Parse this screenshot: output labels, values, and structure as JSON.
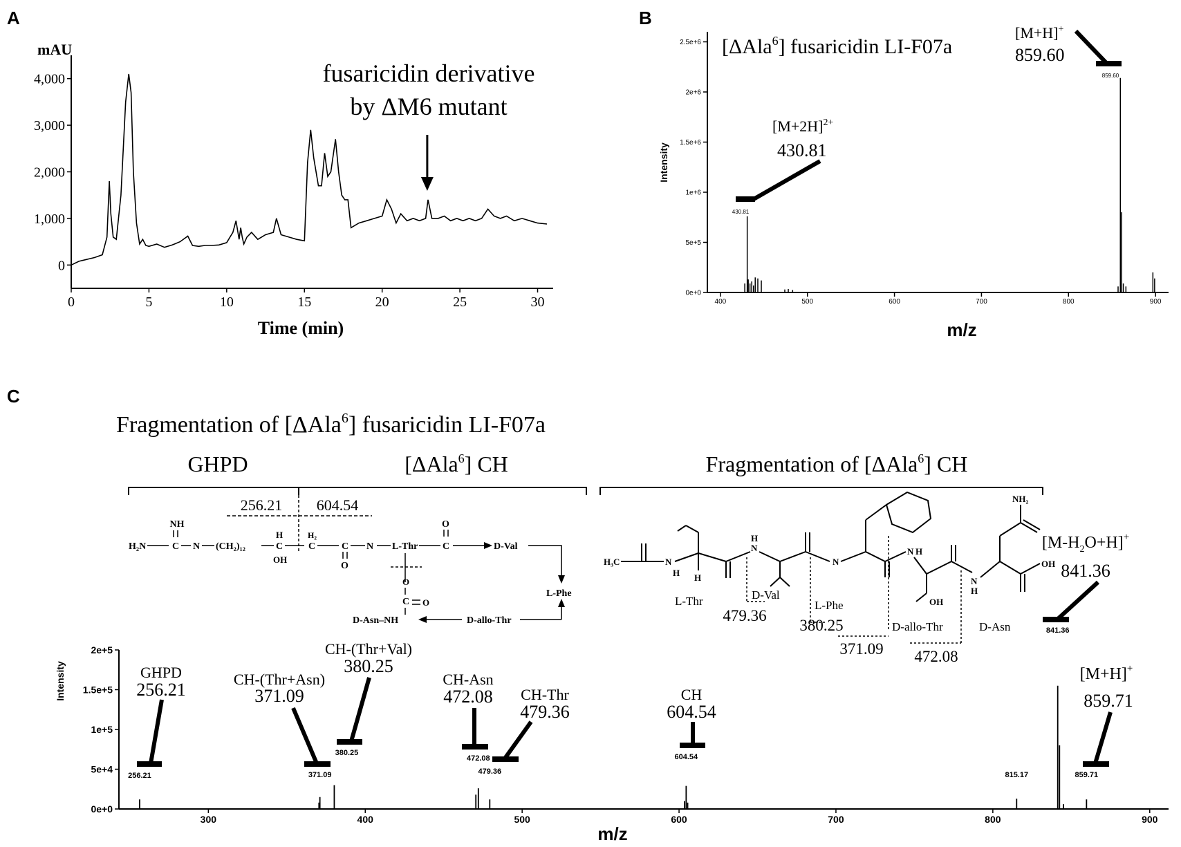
{
  "panels": {
    "a": {
      "letter": "A",
      "ylabel": "mAU",
      "xlabel": "Time (min)",
      "annotation_line1": "fusaricidin derivative",
      "annotation_line2": "by ΔM6 mutant"
    },
    "b": {
      "letter": "B",
      "title_prefix": "[ΔAla",
      "title_sup": "6",
      "title_suffix": "] fusaricidin LI-F07a",
      "ylabel": "Intensity",
      "xlabel": "m/z",
      "ann1": {
        "name": "[M+2H]",
        "sup": "2+",
        "value": "430.81",
        "peak_label": "430.81"
      },
      "ann2": {
        "name": "[M+H]",
        "sup": "+",
        "value": "859.60",
        "peak_label": "859.60"
      }
    },
    "c": {
      "letter": "C",
      "title_prefix": "Fragmentation of [ΔAla",
      "title_sup": "6",
      "title_suffix": "] fusaricidin LI-F07a",
      "bracket_left_a": "GHPD",
      "bracket_left_b_prefix": "[ΔAla",
      "bracket_left_b_sup": "6",
      "bracket_left_b_suffix": "] CH",
      "bracket_right_prefix": "Fragmentation of [ΔAla",
      "bracket_right_sup": "6",
      "bracket_right_suffix": "] CH",
      "ylabel": "Intensity",
      "xlabel": "m/z",
      "struct_left": {
        "mass1": "256.21",
        "mass2": "604.54",
        "nh": "NH",
        "h2n": "H₂N",
        "c": "C",
        "n": "N",
        "h": "H",
        "ch2_12": "(CH₂)₁₂",
        "oh": "OH",
        "h2": "H₂",
        "lthr": "L-Thr",
        "o": "O",
        "dval": "D-Val",
        "lphe": "L-Phe",
        "dasn_nh": "D-Asn–NH",
        "dallothr": "D-allo-Thr"
      },
      "struct_right": {
        "h3c": "H₃C",
        "nh2": "NH₂",
        "oh": "OH",
        "n": "N",
        "h": "H",
        "res1": "L-Thr",
        "res2": "D-Val",
        "res3": "L-Phe",
        "res4": "D-allo-Thr",
        "res5": "D-Asn",
        "m1": "479.36",
        "m2": "380.25",
        "m3": "371.09",
        "m4": "472.08"
      },
      "ann": [
        {
          "name": "GHPD",
          "value": "256.21"
        },
        {
          "name": "CH-(Thr+Asn)",
          "value": "371.09"
        },
        {
          "name": "CH-(Thr+Val)",
          "value": "380.25"
        },
        {
          "name": "CH-Asn",
          "value": "472.08"
        },
        {
          "name": "CH-Thr",
          "value": "479.36"
        },
        {
          "name": "CH",
          "value": "604.54"
        },
        {
          "name": "[M-H",
          "sub": "2",
          "name2": "O+H]",
          "sup": "+",
          "value": "841.36"
        },
        {
          "name": "[M+H]",
          "sup": "+",
          "value": "859.71"
        }
      ]
    }
  },
  "chart_data": [
    {
      "type": "line",
      "title": "fusaricidin derivative by ΔM6 mutant",
      "xlabel": "Time (min)",
      "ylabel": "mAU",
      "xlim": [
        0,
        31
      ],
      "ylim": [
        -500,
        4500
      ],
      "x_ticks": [
        0,
        5,
        10,
        15,
        20,
        25,
        30
      ],
      "y_ticks": [
        0,
        1000,
        2000,
        3000,
        4000
      ],
      "y_tick_labels": [
        "0",
        "1,000",
        "2,000",
        "3,000",
        "4,000"
      ],
      "annotation": {
        "text": "fusaricidin derivative by ΔM6 mutant",
        "x": 22.9
      },
      "x": [
        0,
        0.5,
        1.0,
        1.5,
        2.0,
        2.3,
        2.45,
        2.55,
        2.7,
        2.9,
        3.2,
        3.5,
        3.7,
        3.85,
        4.0,
        4.2,
        4.4,
        4.6,
        4.8,
        5.0,
        5.5,
        6.0,
        6.5,
        7.0,
        7.5,
        7.8,
        8.2,
        8.6,
        9.0,
        9.5,
        10.0,
        10.4,
        10.6,
        10.8,
        10.9,
        11.0,
        11.1,
        11.3,
        11.6,
        12.0,
        12.5,
        13.0,
        13.2,
        13.5,
        14.0,
        14.5,
        15.0,
        15.2,
        15.4,
        15.6,
        15.9,
        16.1,
        16.3,
        16.5,
        16.7,
        17.0,
        17.2,
        17.4,
        17.6,
        17.8,
        18.0,
        18.5,
        19.0,
        19.5,
        20.0,
        20.3,
        20.6,
        20.9,
        21.2,
        21.6,
        22.0,
        22.4,
        22.8,
        22.95,
        23.2,
        23.6,
        24.0,
        24.4,
        24.8,
        25.2,
        25.6,
        26.0,
        26.4,
        26.8,
        27.2,
        27.6,
        28.0,
        28.5,
        29.0,
        29.5,
        30.0,
        30.6
      ],
      "y": [
        0,
        80,
        120,
        160,
        220,
        600,
        1800,
        1100,
        600,
        550,
        1500,
        3500,
        4100,
        3700,
        2000,
        900,
        450,
        550,
        420,
        400,
        450,
        380,
        430,
        500,
        620,
        420,
        400,
        420,
        420,
        430,
        480,
        700,
        950,
        550,
        800,
        600,
        450,
        600,
        700,
        550,
        650,
        700,
        1000,
        650,
        600,
        550,
        520,
        2200,
        2900,
        2300,
        1700,
        1700,
        2400,
        1900,
        2000,
        2700,
        2000,
        1500,
        1400,
        1400,
        800,
        900,
        950,
        1000,
        1050,
        1400,
        1200,
        900,
        1100,
        950,
        1000,
        950,
        1000,
        1400,
        1000,
        1000,
        1050,
        950,
        1000,
        950,
        1000,
        950,
        1000,
        1200,
        1050,
        1000,
        1050,
        950,
        1000,
        950,
        900,
        880
      ]
    },
    {
      "type": "bar",
      "title": "[ΔAla6] fusaricidin LI-F07a",
      "xlabel": "m/z",
      "ylabel": "Intensity",
      "xlim": [
        385,
        915
      ],
      "ylim": [
        0,
        2600000
      ],
      "x_ticks": [
        400,
        500,
        600,
        700,
        800,
        900
      ],
      "y_ticks": [
        0,
        500000,
        1000000,
        1500000,
        2000000,
        2500000
      ],
      "y_tick_labels": [
        "0e+0",
        "5e+5",
        "1e+6",
        "1.5e+6",
        "2e+6",
        "2.5e+6"
      ],
      "x": [
        428,
        430.81,
        432,
        434,
        436,
        438,
        440,
        443,
        447,
        474,
        478,
        483,
        857,
        859.6,
        861,
        863,
        866,
        897,
        899
      ],
      "y": [
        90000,
        760000,
        130000,
        90000,
        110000,
        70000,
        150000,
        140000,
        120000,
        30000,
        35000,
        25000,
        60000,
        2140000,
        800000,
        90000,
        60000,
        200000,
        140000
      ]
    },
    {
      "type": "bar",
      "title": "Fragmentation of [ΔAla6] fusaricidin LI-F07a",
      "xlabel": "m/z",
      "ylabel": "Intensity",
      "xlim": [
        243,
        912
      ],
      "ylim": [
        0,
        200000
      ],
      "x_ticks": [
        300,
        400,
        500,
        600,
        700,
        800,
        900
      ],
      "y_ticks": [
        0,
        50000,
        100000,
        150000,
        200000
      ],
      "y_tick_labels": [
        "0e+0",
        "5e+4",
        "1e+5",
        "1.5e+5",
        "2e+5"
      ],
      "x": [
        256.21,
        370.5,
        371.09,
        380.25,
        470.5,
        472.08,
        479.36,
        603.5,
        604.54,
        605.5,
        815.17,
        841.36,
        842.5,
        845,
        859.71
      ],
      "y": [
        12000,
        8000,
        15000,
        30000,
        18000,
        26000,
        12000,
        10000,
        29000,
        8000,
        13000,
        155000,
        80000,
        6000,
        12000
      ]
    }
  ]
}
